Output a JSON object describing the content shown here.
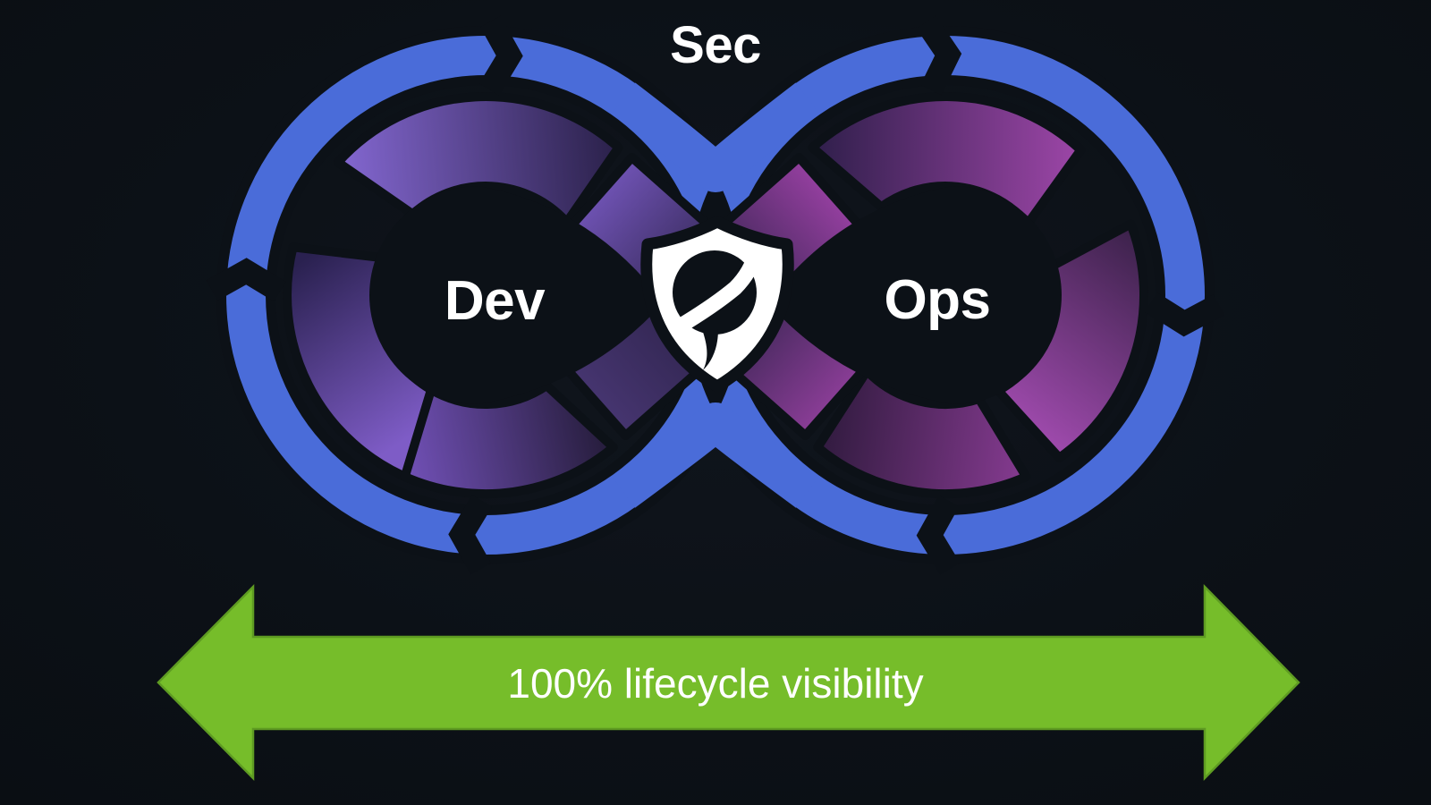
{
  "scene": {
    "title": "DevSecOps infinity loop with full lifecycle visibility"
  },
  "diagram": {
    "sec_label": "Sec",
    "dev_label": "Dev",
    "ops_label": "Ops",
    "shield_icon": "security-shield",
    "colors": {
      "background": "#0c1117",
      "loop_blue": "#4a6cd9",
      "violet": "#7e5cc6",
      "magenta": "#9c49aa",
      "label_text": "#ffffff"
    }
  },
  "banner": {
    "label": "100% lifecycle visibility",
    "fill": "#76bd2a",
    "border": "#5e9b22",
    "text_color": "#ffffff"
  }
}
